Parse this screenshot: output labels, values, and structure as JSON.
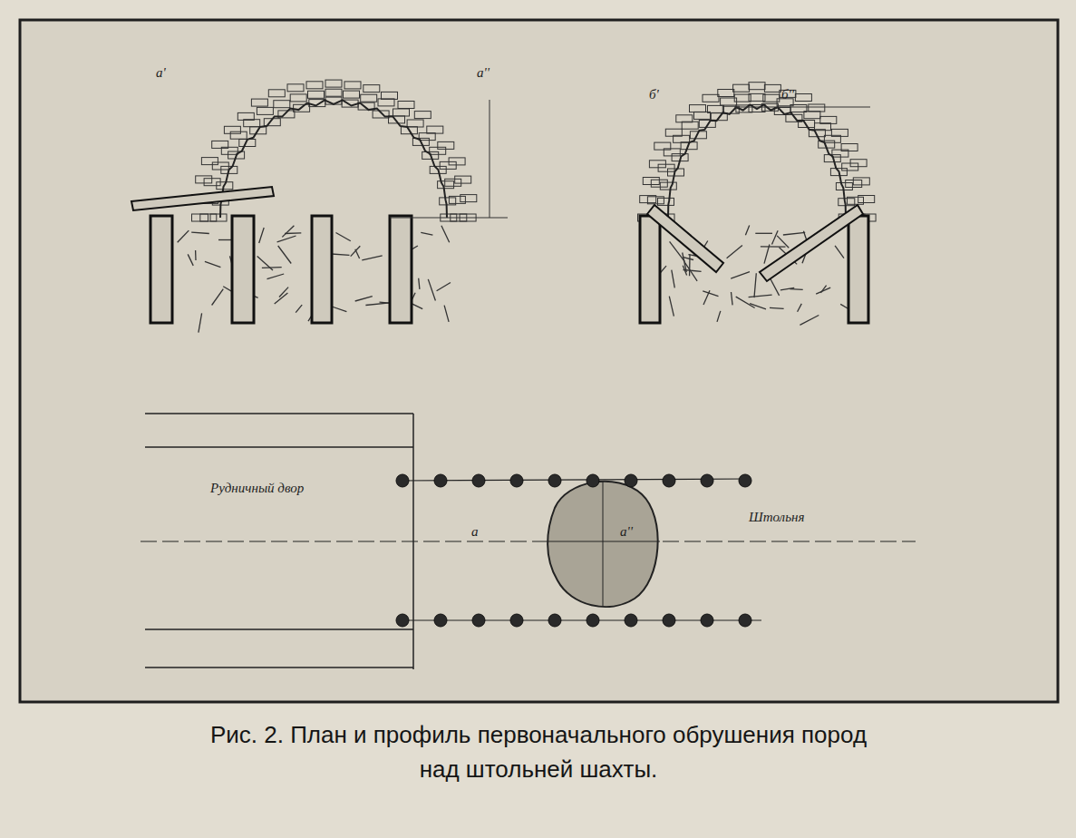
{
  "diagram": {
    "caption": "Рис. 2. План и профиль первоначального обрушения пород над штольней шахты.",
    "labels": [
      "а'",
      "а''",
      "б'",
      "б''",
      "Рудничный двор",
      "Штольня",
      "а",
      "а''"
    ]
  }
}
